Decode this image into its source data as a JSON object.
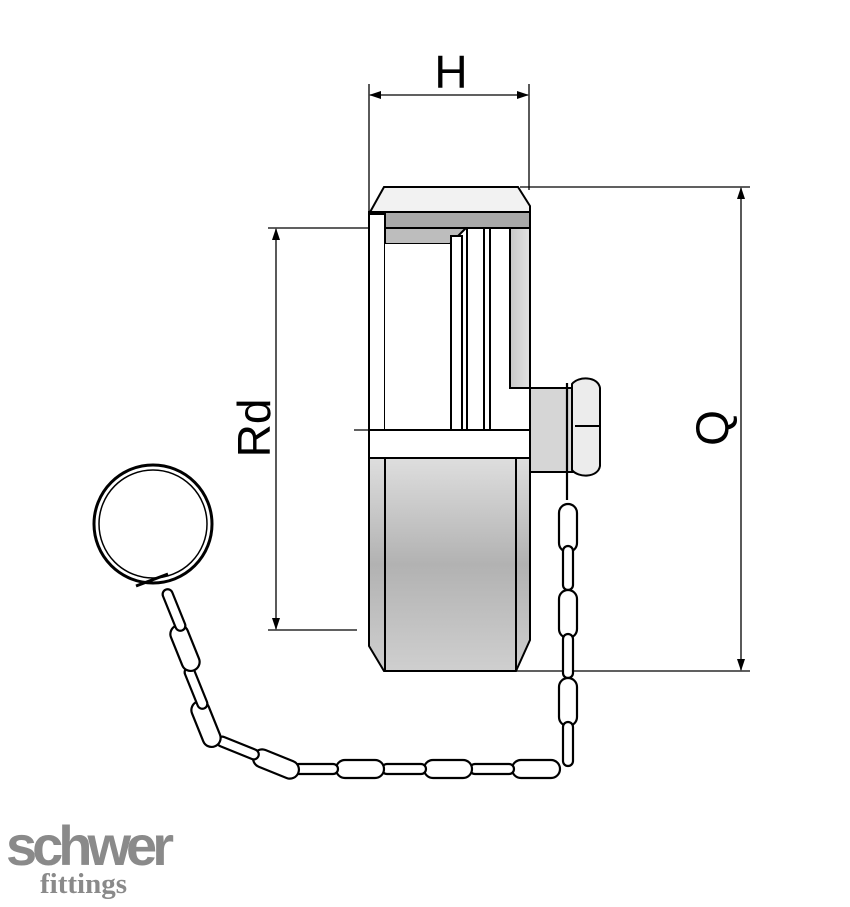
{
  "dimensions": {
    "width_label": "H",
    "thread_label": "Rd",
    "height_label": "Q"
  },
  "logo": {
    "brand": "schwer",
    "sub": "fittings"
  }
}
